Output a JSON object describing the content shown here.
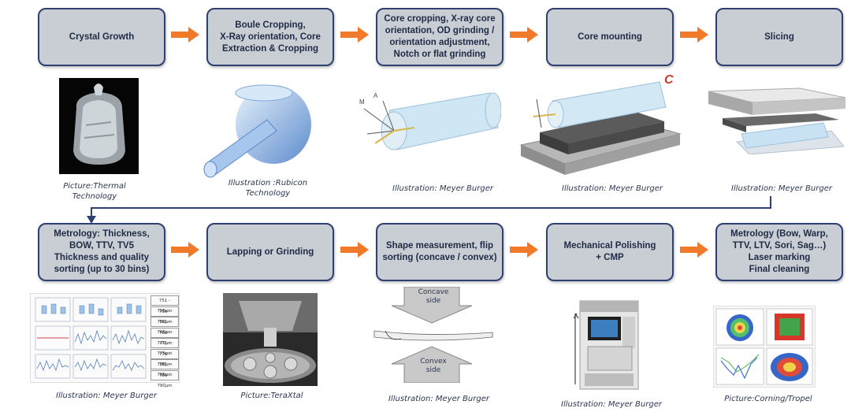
{
  "steps_row1": [
    {
      "label": "Crystal Growth"
    },
    {
      "label": "Boule Cropping,\nX-Ray orientation, Core\nExtraction & Cropping"
    },
    {
      "label": "Core cropping, X-ray core\norientation, OD grinding /\norientation adjustment,\nNotch or flat grinding"
    },
    {
      "label": "Core mounting"
    },
    {
      "label": "Slicing"
    }
  ],
  "steps_row2": [
    {
      "label": "Metrology: Thickness,\nBOW, TTV, TV5\nThickness and quality\nsorting (up to 30 bins)"
    },
    {
      "label": "Lapping or Grinding"
    },
    {
      "label": "Shape measurement, flip\nsorting (concave / convex)"
    },
    {
      "label": "Mechanical Polishing\n+ CMP"
    },
    {
      "label": "Metrology (Bow, Warp,\nTTV, LTV, Sori, Sag…)\nLaser marking\nFinal cleaning"
    }
  ],
  "captions_row1": [
    "Picture:Thermal\nTechnology",
    "Illustration :Rubicon\nTechnology",
    "Illustration: Meyer Burger",
    "Illustration: Meyer Burger",
    "Illustration: Meyer Burger"
  ],
  "captions_row2": [
    "Illustration: Meyer Burger",
    "Picture:TeraXtal",
    "Illustration: Meyer Burger",
    "Illustration: Meyer Burger",
    "Picture:Corning/Tropel"
  ],
  "labels": {
    "concave": "Concave\nside",
    "convex": "Convex\nside",
    "axis_c": "C",
    "axis_a": "A",
    "axis_m": "M",
    "thickness_bins": [
      "751 - 755µm",
      "756 - 760µm",
      "761 - 765µm",
      "766 - 770µm",
      "771 - 775µm",
      "776 - 780µm",
      "781 - 785µm",
      "786 - 790µm"
    ]
  },
  "colors": {
    "box_fill": "#c9cdd4",
    "box_border": "#2e3f72",
    "arrow": "#f07a2a",
    "connector": "#2e3f72",
    "crystal": "#a9d6f0"
  }
}
